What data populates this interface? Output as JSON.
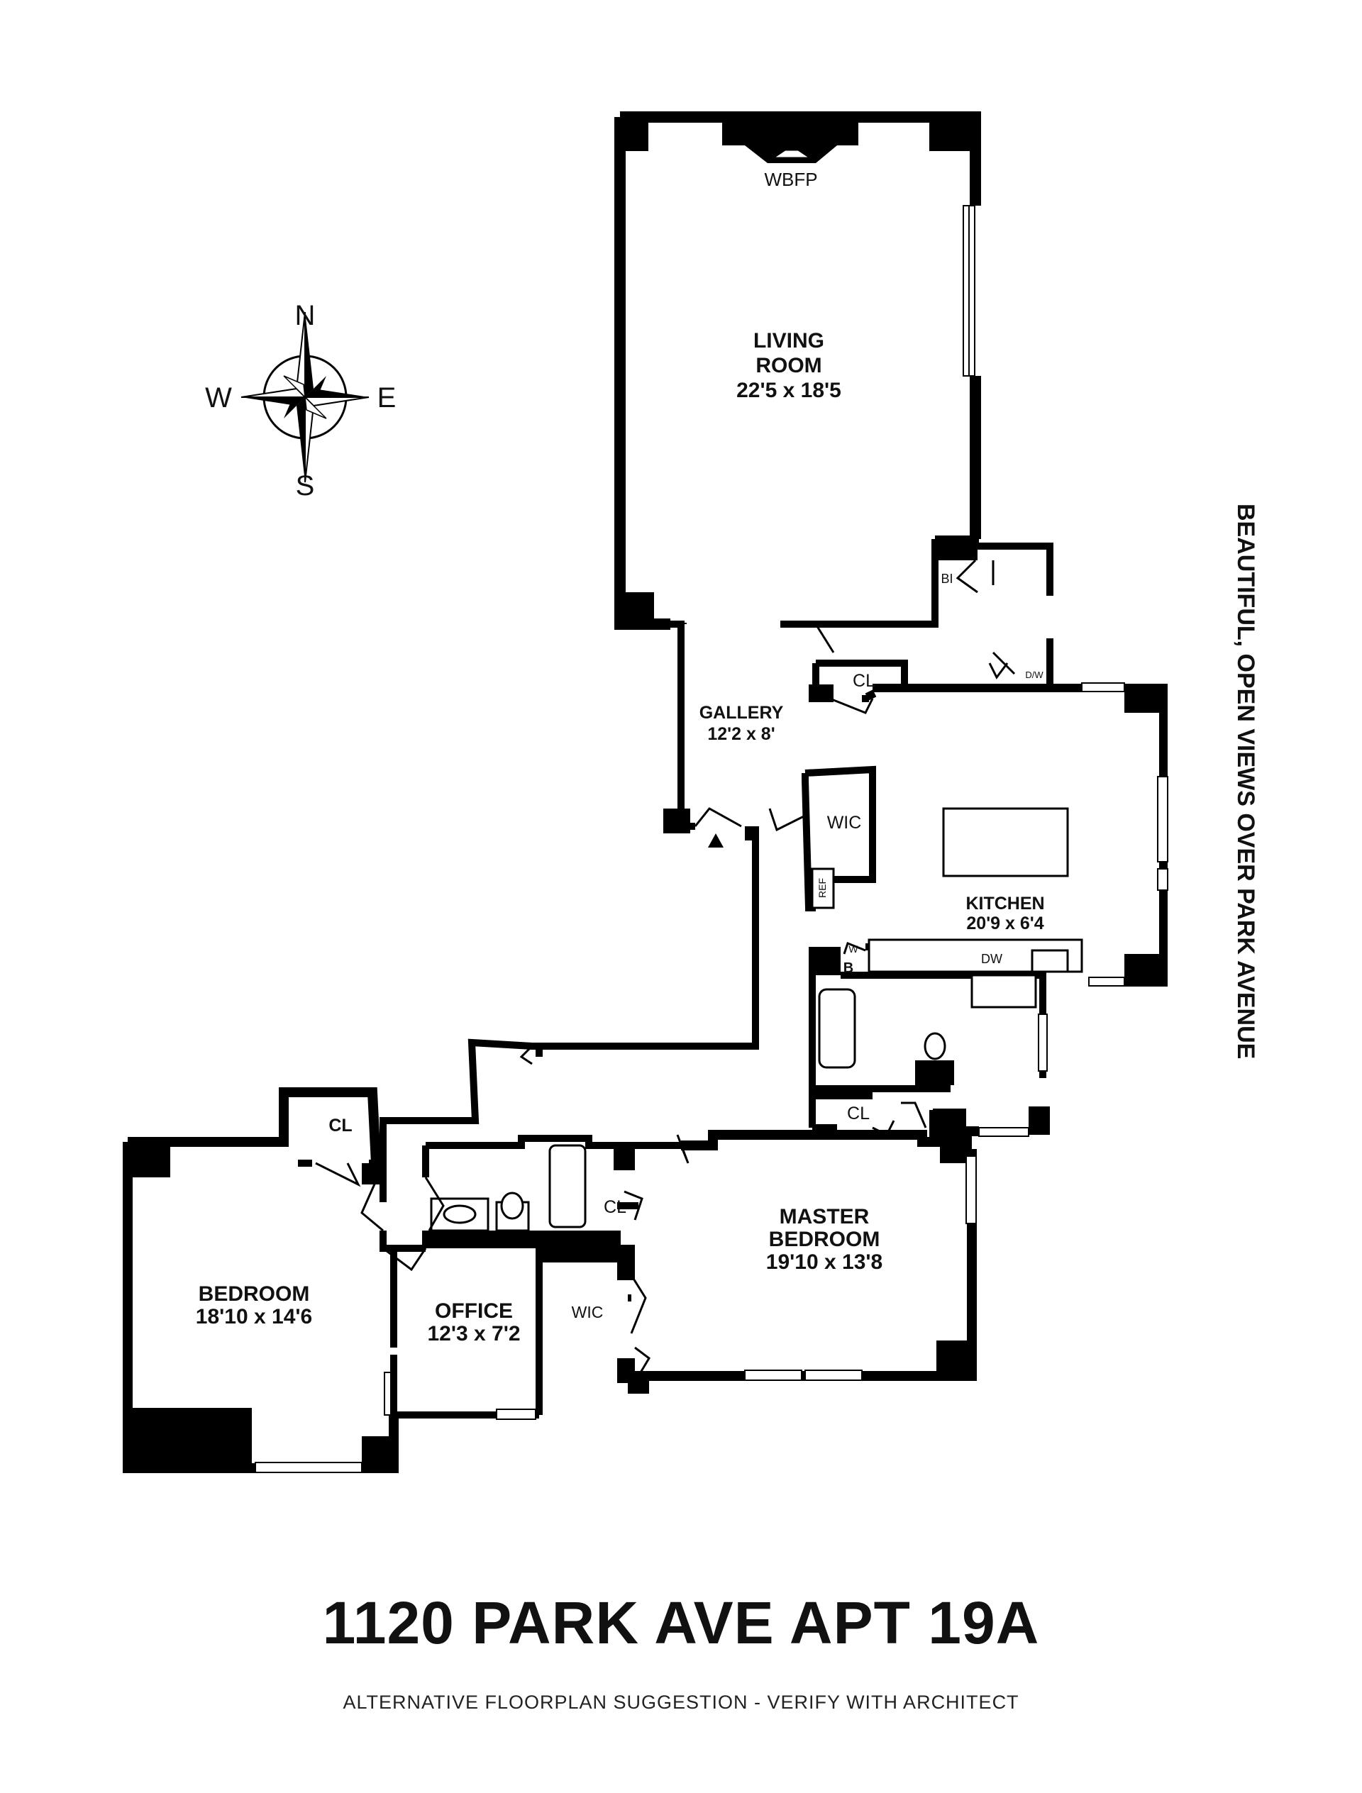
{
  "listing": {
    "address": "1120 PARK AVE APT 19A",
    "note": "ALTERNATIVE FLOORPLAN SUGGESTION - VERIFY WITH ARCHITECT",
    "side_caption": "BEAUTIFUL, OPEN VIEWS OVER PARK AVENUE"
  },
  "compass": {
    "n": "N",
    "s": "S",
    "e": "E",
    "w": "W"
  },
  "rooms": {
    "living_room": {
      "name_line1": "LIVING",
      "name_line2": "ROOM",
      "dims": "22'5 x 18'5"
    },
    "gallery": {
      "name": "GALLERY",
      "dims": "12'2 x 8'"
    },
    "kitchen": {
      "name": "KITCHEN",
      "dims": "20'9 x 6'4"
    },
    "master_bedroom": {
      "name_line1": "MASTER",
      "name_line2": "BEDROOM",
      "dims": "19'10 x 13'8"
    },
    "bedroom": {
      "name": "BEDROOM",
      "dims": "18'10 x 14'6"
    },
    "office": {
      "name": "OFFICE",
      "dims": "12'3 x 7'2"
    }
  },
  "small_labels": {
    "wbfp": "WBFP",
    "bi": "BI",
    "cl": "CL",
    "wic": "WIC",
    "ref": "REF",
    "dw": "DW",
    "b": "B",
    "w": "W",
    "wd": "D/W"
  }
}
